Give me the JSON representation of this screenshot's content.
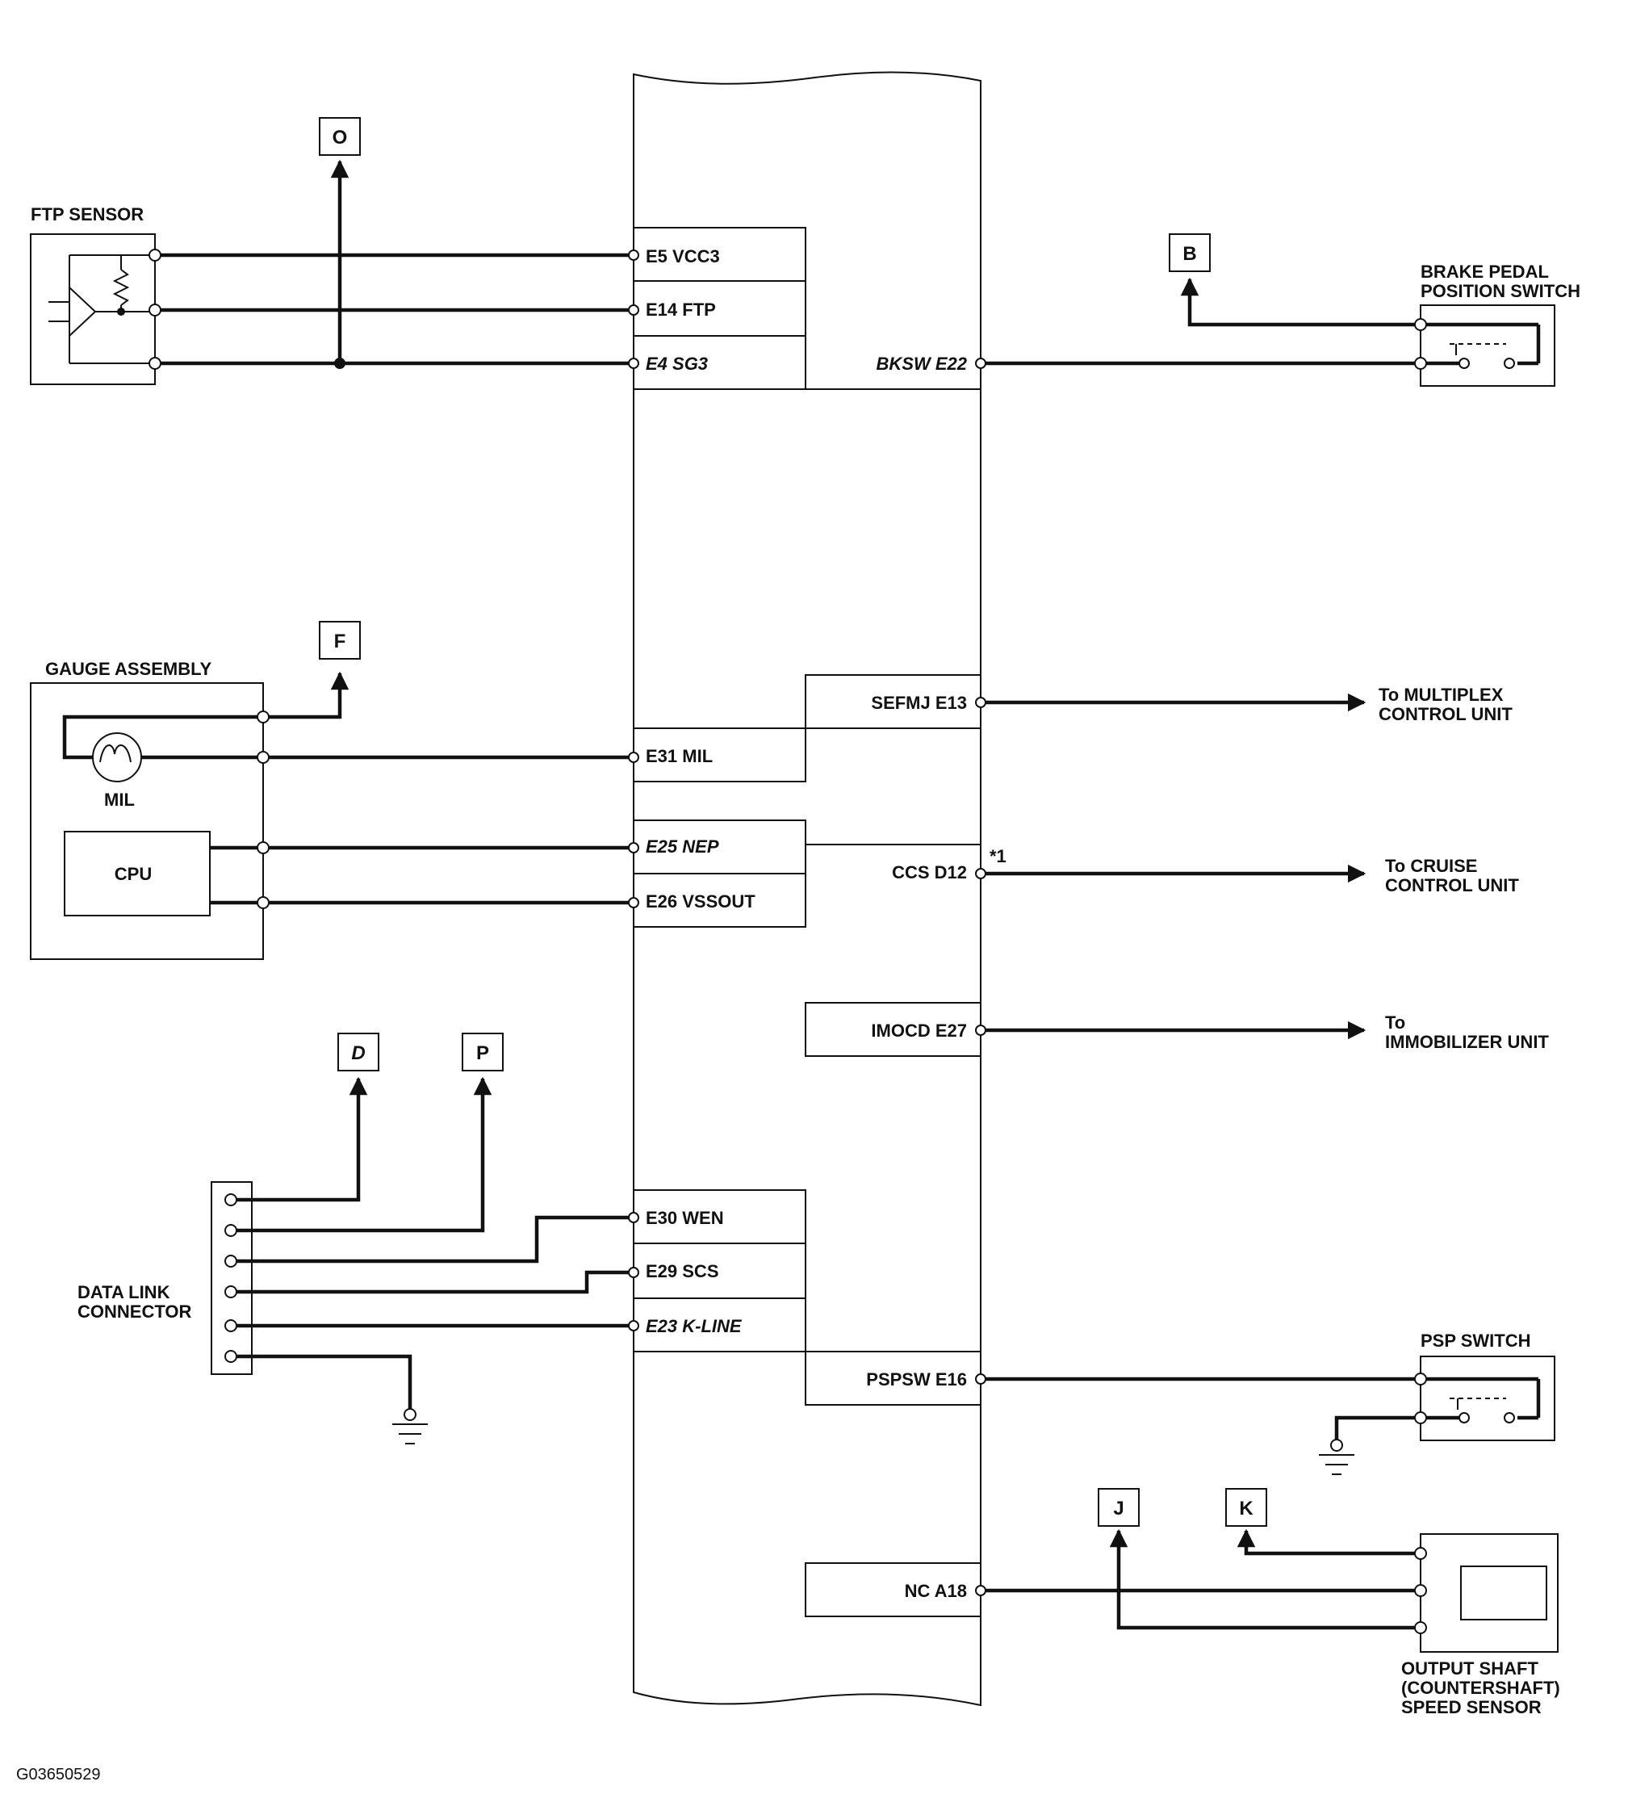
{
  "ecm_pins_left": {
    "e5": "E5 VCC3",
    "e14": "E14 FTP",
    "e4": "E4 SG3",
    "e31": "E31 MIL",
    "e25": "E25 NEP",
    "e26": "E26 VSSOUT",
    "e30": "E30 WEN",
    "e29": "E29 SCS",
    "e23": "E23 K-LINE"
  },
  "ecm_pins_right": {
    "e22": "BKSW E22",
    "e13": "SEFMJ E13",
    "d12": "CCS D12",
    "e27": "IMOCD E27",
    "e16": "PSPSW E16",
    "a18": "NC A18"
  },
  "components": {
    "ftp_sensor": "FTP SENSOR",
    "brake_switch_line1": "BRAKE PEDAL",
    "brake_switch_line2": "POSITION SWITCH",
    "gauge_assembly": "GAUGE ASSEMBLY",
    "mil": "MIL",
    "cpu": "CPU",
    "dlc_line1": "DATA LINK",
    "dlc_line2": "CONNECTOR",
    "psp_switch": "PSP SWITCH",
    "oss_line1": "OUTPUT SHAFT",
    "oss_line2": "(COUNTERSHAFT)",
    "oss_line3": "SPEED SENSOR"
  },
  "destinations": {
    "multiplex_line1": "To MULTIPLEX",
    "multiplex_line2": "CONTROL UNIT",
    "cruise_line1": "To CRUISE",
    "cruise_line2": "CONTROL UNIT",
    "immobilizer_line1": "To",
    "immobilizer_line2": "IMMOBILIZER UNIT"
  },
  "note_marker": "*1",
  "connector_refs": {
    "o": "O",
    "b": "B",
    "f": "F",
    "d": "D",
    "p": "P",
    "j": "J",
    "k": "K"
  },
  "figure_code": "G03650529"
}
